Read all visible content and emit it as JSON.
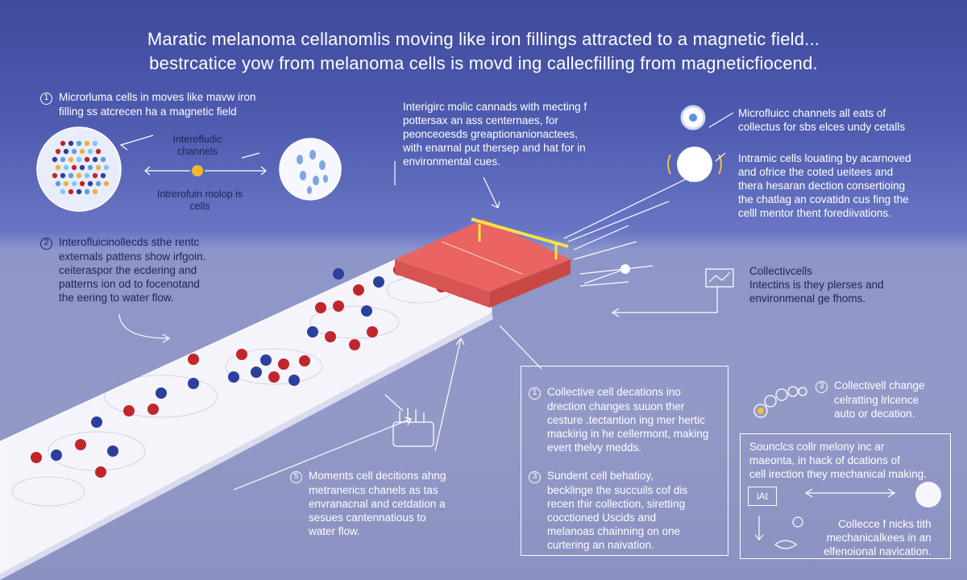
{
  "title_lines": [
    "Maratic melanoma cellanomlis moving like iron fillings attracted to a magnetic field...",
    "bestrcatice yow from melanoma cells is movd ing callecfilling from magneticfiocend."
  ],
  "block1": {
    "number": "1",
    "lines": [
      "Microrluma cells in moves like mavw iron",
      "filling ss atcrecen ha a magnetic field"
    ]
  },
  "label_channels": [
    "Interefludic",
    "channels"
  ],
  "label_cells": [
    "Intrerofuin molop is",
    "cells"
  ],
  "block_center": {
    "lines": [
      "Interigirc molic cannads with mecting f",
      "pottersax an ass centernaes, for",
      "peonceoesds greaptionanionactees,",
      "with enarnal put thersep and hat for in",
      "environmental cues."
    ]
  },
  "block_right_top": {
    "lines": [
      "Microfluicc channels all eats of",
      "collectus for sbs elces undy cetalls"
    ]
  },
  "block_right_mid": {
    "lines": [
      "Intramic cells louating by acarnoved",
      "and ofrice the coted ueitees and",
      "thera hesaran dection consertioing",
      "the chatlag an covatidn cus fing the",
      "celll mentor thent forediivations."
    ]
  },
  "block2": {
    "number": "2",
    "lines": [
      "Interofluicinollecds sthe rentc",
      "externals pattens show irfgoin.",
      "ceiteraspor the ecdering and",
      "patterns ion od to focenotand",
      "the eering to water flow."
    ]
  },
  "block_collective": {
    "lines": [
      "Collectivcells",
      "Intectins is they plerses and",
      "environmenal ge fhoms."
    ]
  },
  "block_box1": {
    "number": "1",
    "lines": [
      "Collective cell decations ino",
      "drection changes suuon ther",
      "cesture .tectantion ing mer hertic",
      "mackirig in he cellermont, making",
      "evert thelvy medds."
    ]
  },
  "block_box3": {
    "number": "3",
    "lines": [
      "Sundent cell behatioy,",
      "becklinge the succuils cof dis",
      "recen thir collection, siretting",
      "cocctioned Uscids and",
      "melanoas chainning on one",
      "curtering an naivation."
    ]
  },
  "block5": {
    "number": "5",
    "lines": [
      "Moments cell decitions ahng",
      "metranerics chanels as tas",
      "envranacnal and cetdation a",
      "sesues cantennatious to",
      "water flow."
    ]
  },
  "block_right3": {
    "number": "3",
    "lines": [
      "Collectivell change",
      "celratting lrlcence",
      "auto or decation."
    ]
  },
  "block_right_box": {
    "lines": [
      "Sounclcs collr melony inc ar",
      "maeonta, in hack of dcations of",
      "cell irection they mechanical making."
    ]
  },
  "block_collecce": {
    "lines": [
      "Collecce f nicks tith",
      "mechanicalkees in an",
      "elfenoional navication."
    ]
  },
  "icon_label_iat": "iAt",
  "colors": {
    "background_top": "#3f4a9c",
    "floor": "#8e95c9",
    "cell_red": "#c0262c",
    "cell_blue": "#2c3f9e",
    "device_red": "#e55a5a",
    "magnet_yellow": "#f1e34a"
  }
}
